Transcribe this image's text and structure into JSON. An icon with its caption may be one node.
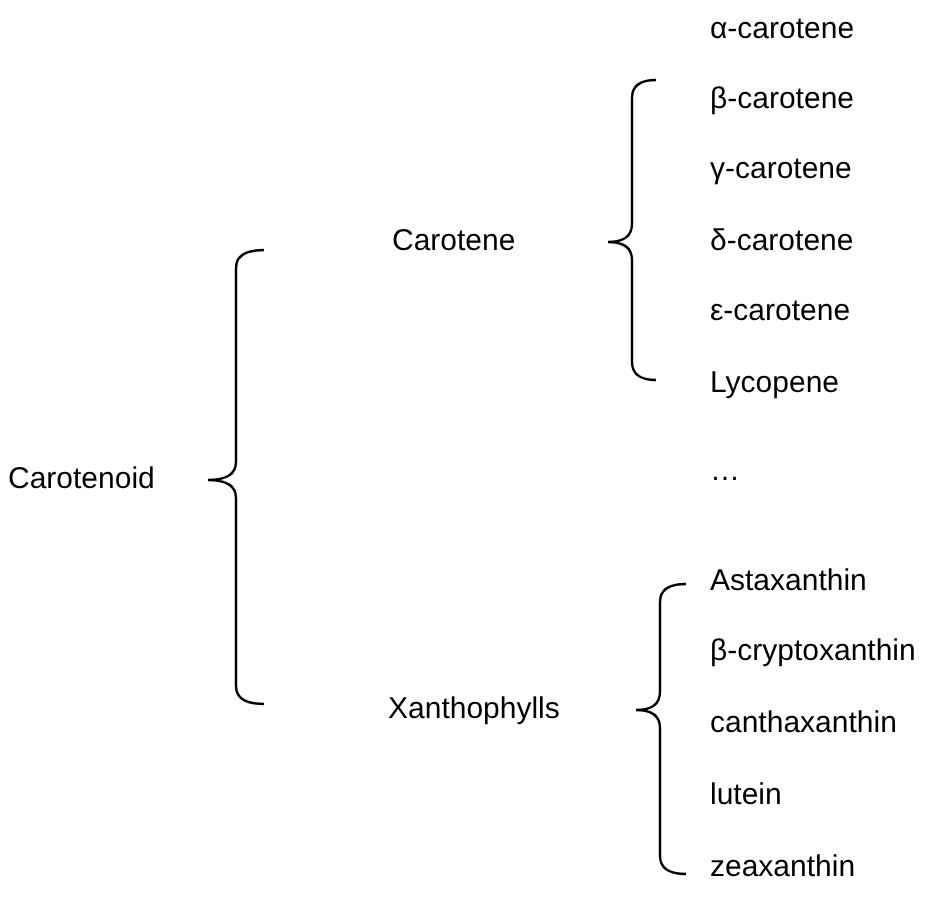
{
  "diagram": {
    "nodes": [
      {
        "text": [
          "Carotenoid"
        ]
      },
      {
        "text": [
          "Carotene"
        ]
      },
      {
        "text": [
          "Xanthophylls"
        ]
      },
      {
        "text": [
          "α-carotene"
        ]
      },
      {
        "text": [
          "β-carotene"
        ]
      },
      {
        "text": [
          "γ-carotene"
        ]
      },
      {
        "text": [
          "δ-carotene"
        ]
      },
      {
        "text": [
          "ε-carotene"
        ]
      },
      {
        "text": [
          "Lycopene"
        ]
      },
      {
        "text": [
          "…"
        ]
      },
      {
        "text": [
          "Astaxanthin"
        ]
      },
      {
        "text": [
          "β-cryptoxanthin"
        ]
      },
      {
        "text": [
          "canthaxanthin"
        ]
      },
      {
        "text": [
          "lutein"
        ]
      },
      {
        "text": [
          "zeaxanthin"
        ]
      }
    ]
  }
}
